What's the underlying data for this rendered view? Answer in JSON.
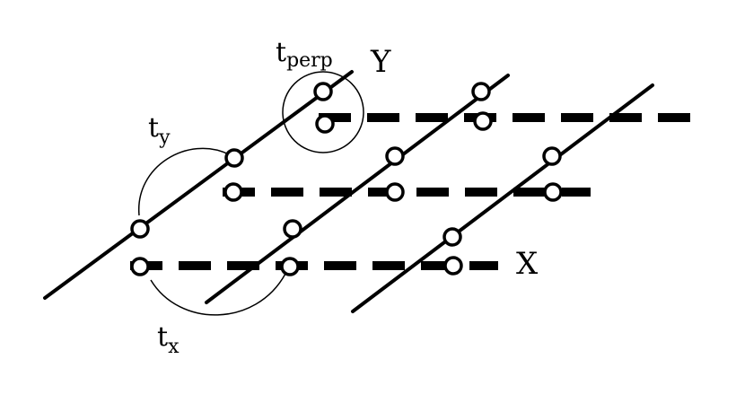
{
  "labels": {
    "axis_y": "Y",
    "axis_x": "X",
    "hop_perp": {
      "base": "t",
      "sub": "perp"
    },
    "hop_y": {
      "base": "t",
      "sub": "y"
    },
    "hop_x": {
      "base": "t",
      "sub": "x"
    }
  },
  "colors": {
    "ink": "#000000",
    "background": "#ffffff"
  }
}
